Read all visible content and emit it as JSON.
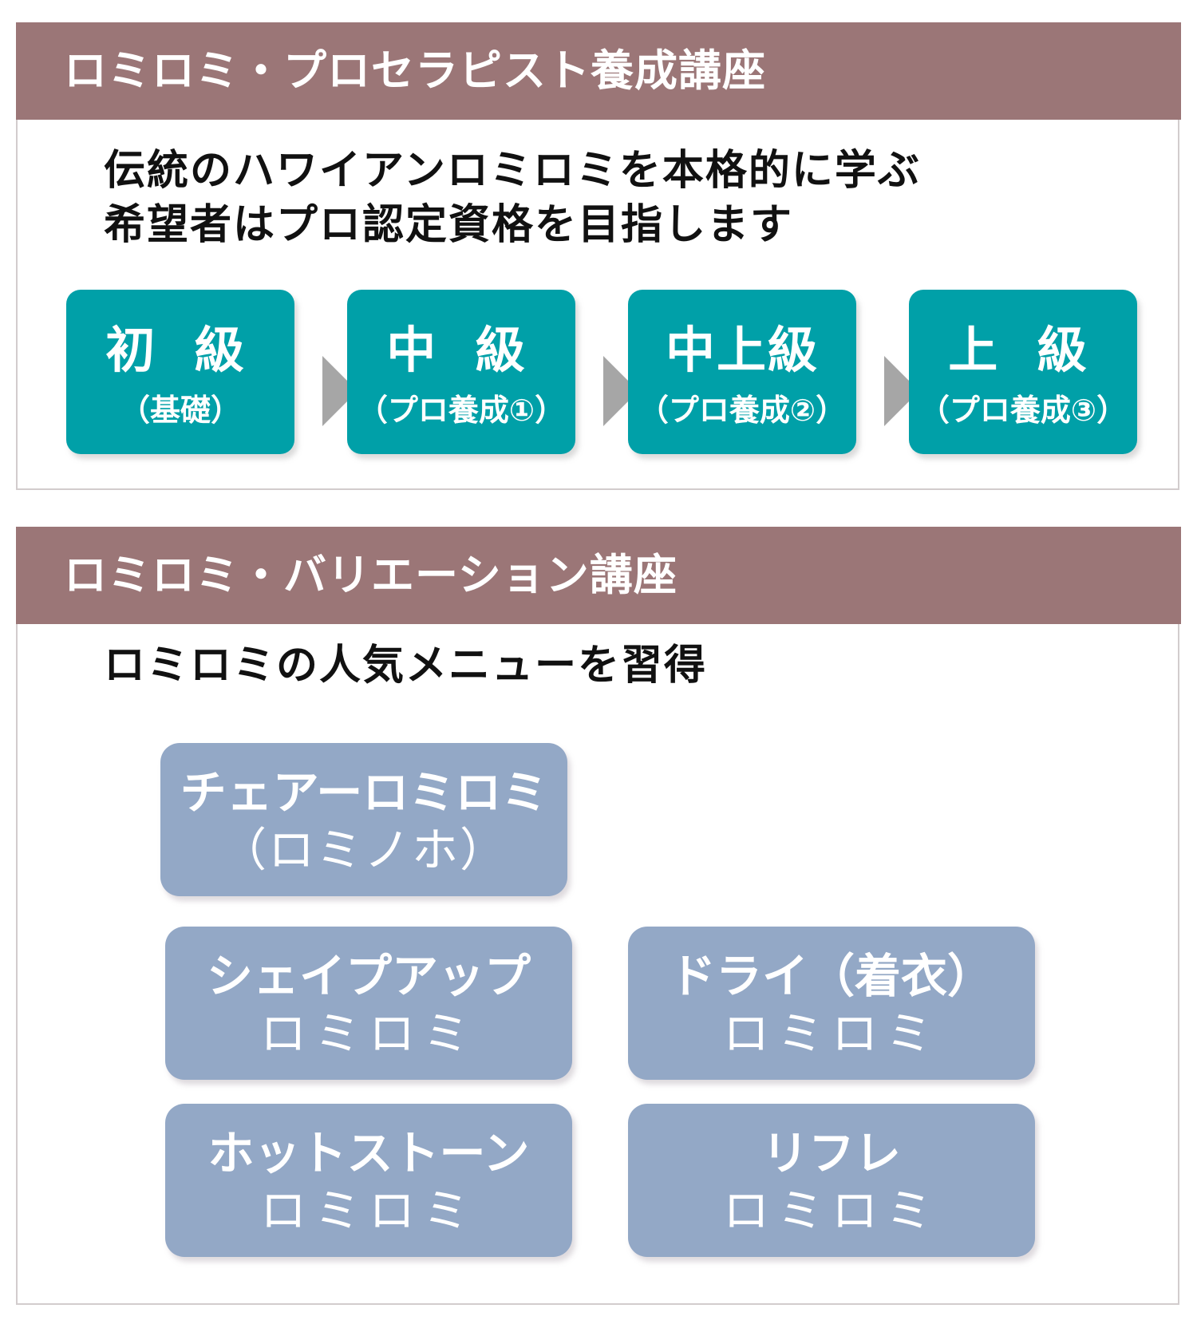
{
  "sections": [
    {
      "title": "ロミロミ・プロセラピスト養成講座",
      "lead_lines": [
        "伝統のハワイアンロミロミを本格的に学ぶ",
        "希望者はプロ認定資格を目指します"
      ],
      "levels": [
        {
          "name": "初 級",
          "sub": "（基礎）"
        },
        {
          "name": "中 級",
          "sub": "（プロ養成①）"
        },
        {
          "name": "中上級",
          "sub": "（プロ養成②）"
        },
        {
          "name": "上 級",
          "sub": "（プロ養成③）"
        }
      ]
    },
    {
      "title": "ロミロミ・バリエーション講座",
      "lead_lines": [
        "ロミロミの人気メニューを習得"
      ],
      "menus": [
        {
          "line1": "チェアーロミロミ",
          "line2": "（ロミノホ）"
        },
        {
          "line1": "シェイプアップ",
          "line2": "ロミロミ"
        },
        {
          "line1": "ドライ（着衣）",
          "line2": "ロミロミ"
        },
        {
          "line1": "ホットストーン",
          "line2": "ロミロミ"
        },
        {
          "line1": "リフレ",
          "line2": "ロミロミ"
        }
      ]
    }
  ],
  "colors": {
    "header_bg": "#9b7677",
    "level_bg": "#00a0a8",
    "arrow": "#a6a6a6",
    "menu_bg": "#93a8c6",
    "border": "#d2cccd"
  }
}
